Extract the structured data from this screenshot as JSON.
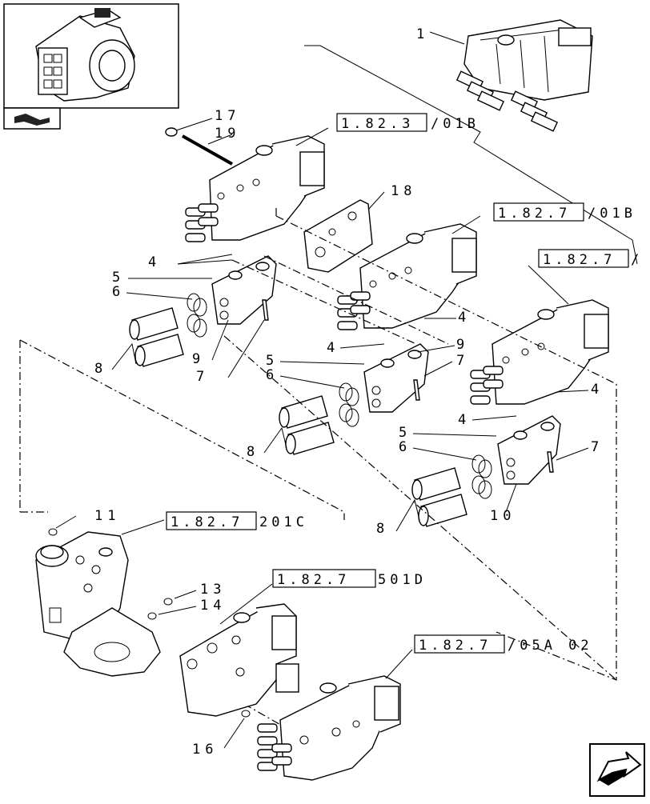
{
  "labels": {
    "l1": "1",
    "l17": "17",
    "l19": "19",
    "l18": "18",
    "l4a": "4",
    "l5a": "5",
    "l6a": "6",
    "l8a": "8",
    "l9a": "9",
    "l7a": "7",
    "l4b": "4",
    "l4c": "4",
    "l5b": "5",
    "l6b": "6",
    "l9b": "9",
    "l7b": "7",
    "l8b": "8",
    "l4d": "4",
    "l4e": "4",
    "l5c": "5",
    "l6c": "6",
    "l7c": "7",
    "l10": "10",
    "l8c": "8",
    "l11": "11",
    "l13": "13",
    "l14": "14",
    "l16": "16"
  },
  "refs": {
    "r1_box": "1.82.3",
    "r1_tail": "/01B",
    "r2_box": "1.82.7",
    "r2_tail": "/01B",
    "r3_box": "1.82.7",
    "r3_tail": "/",
    "r4_box": "1.82.7",
    "r4_tail": "201C",
    "r5_box": "1.82.7",
    "r5_tail": "501D",
    "r6_box": "1.82.7",
    "r6_tail": "/05A 02"
  },
  "icons": {
    "thumbnail": "tractor-transmission-thumbnail",
    "book": "catalog-book-icon",
    "next": "next-page-arrow-icon"
  }
}
